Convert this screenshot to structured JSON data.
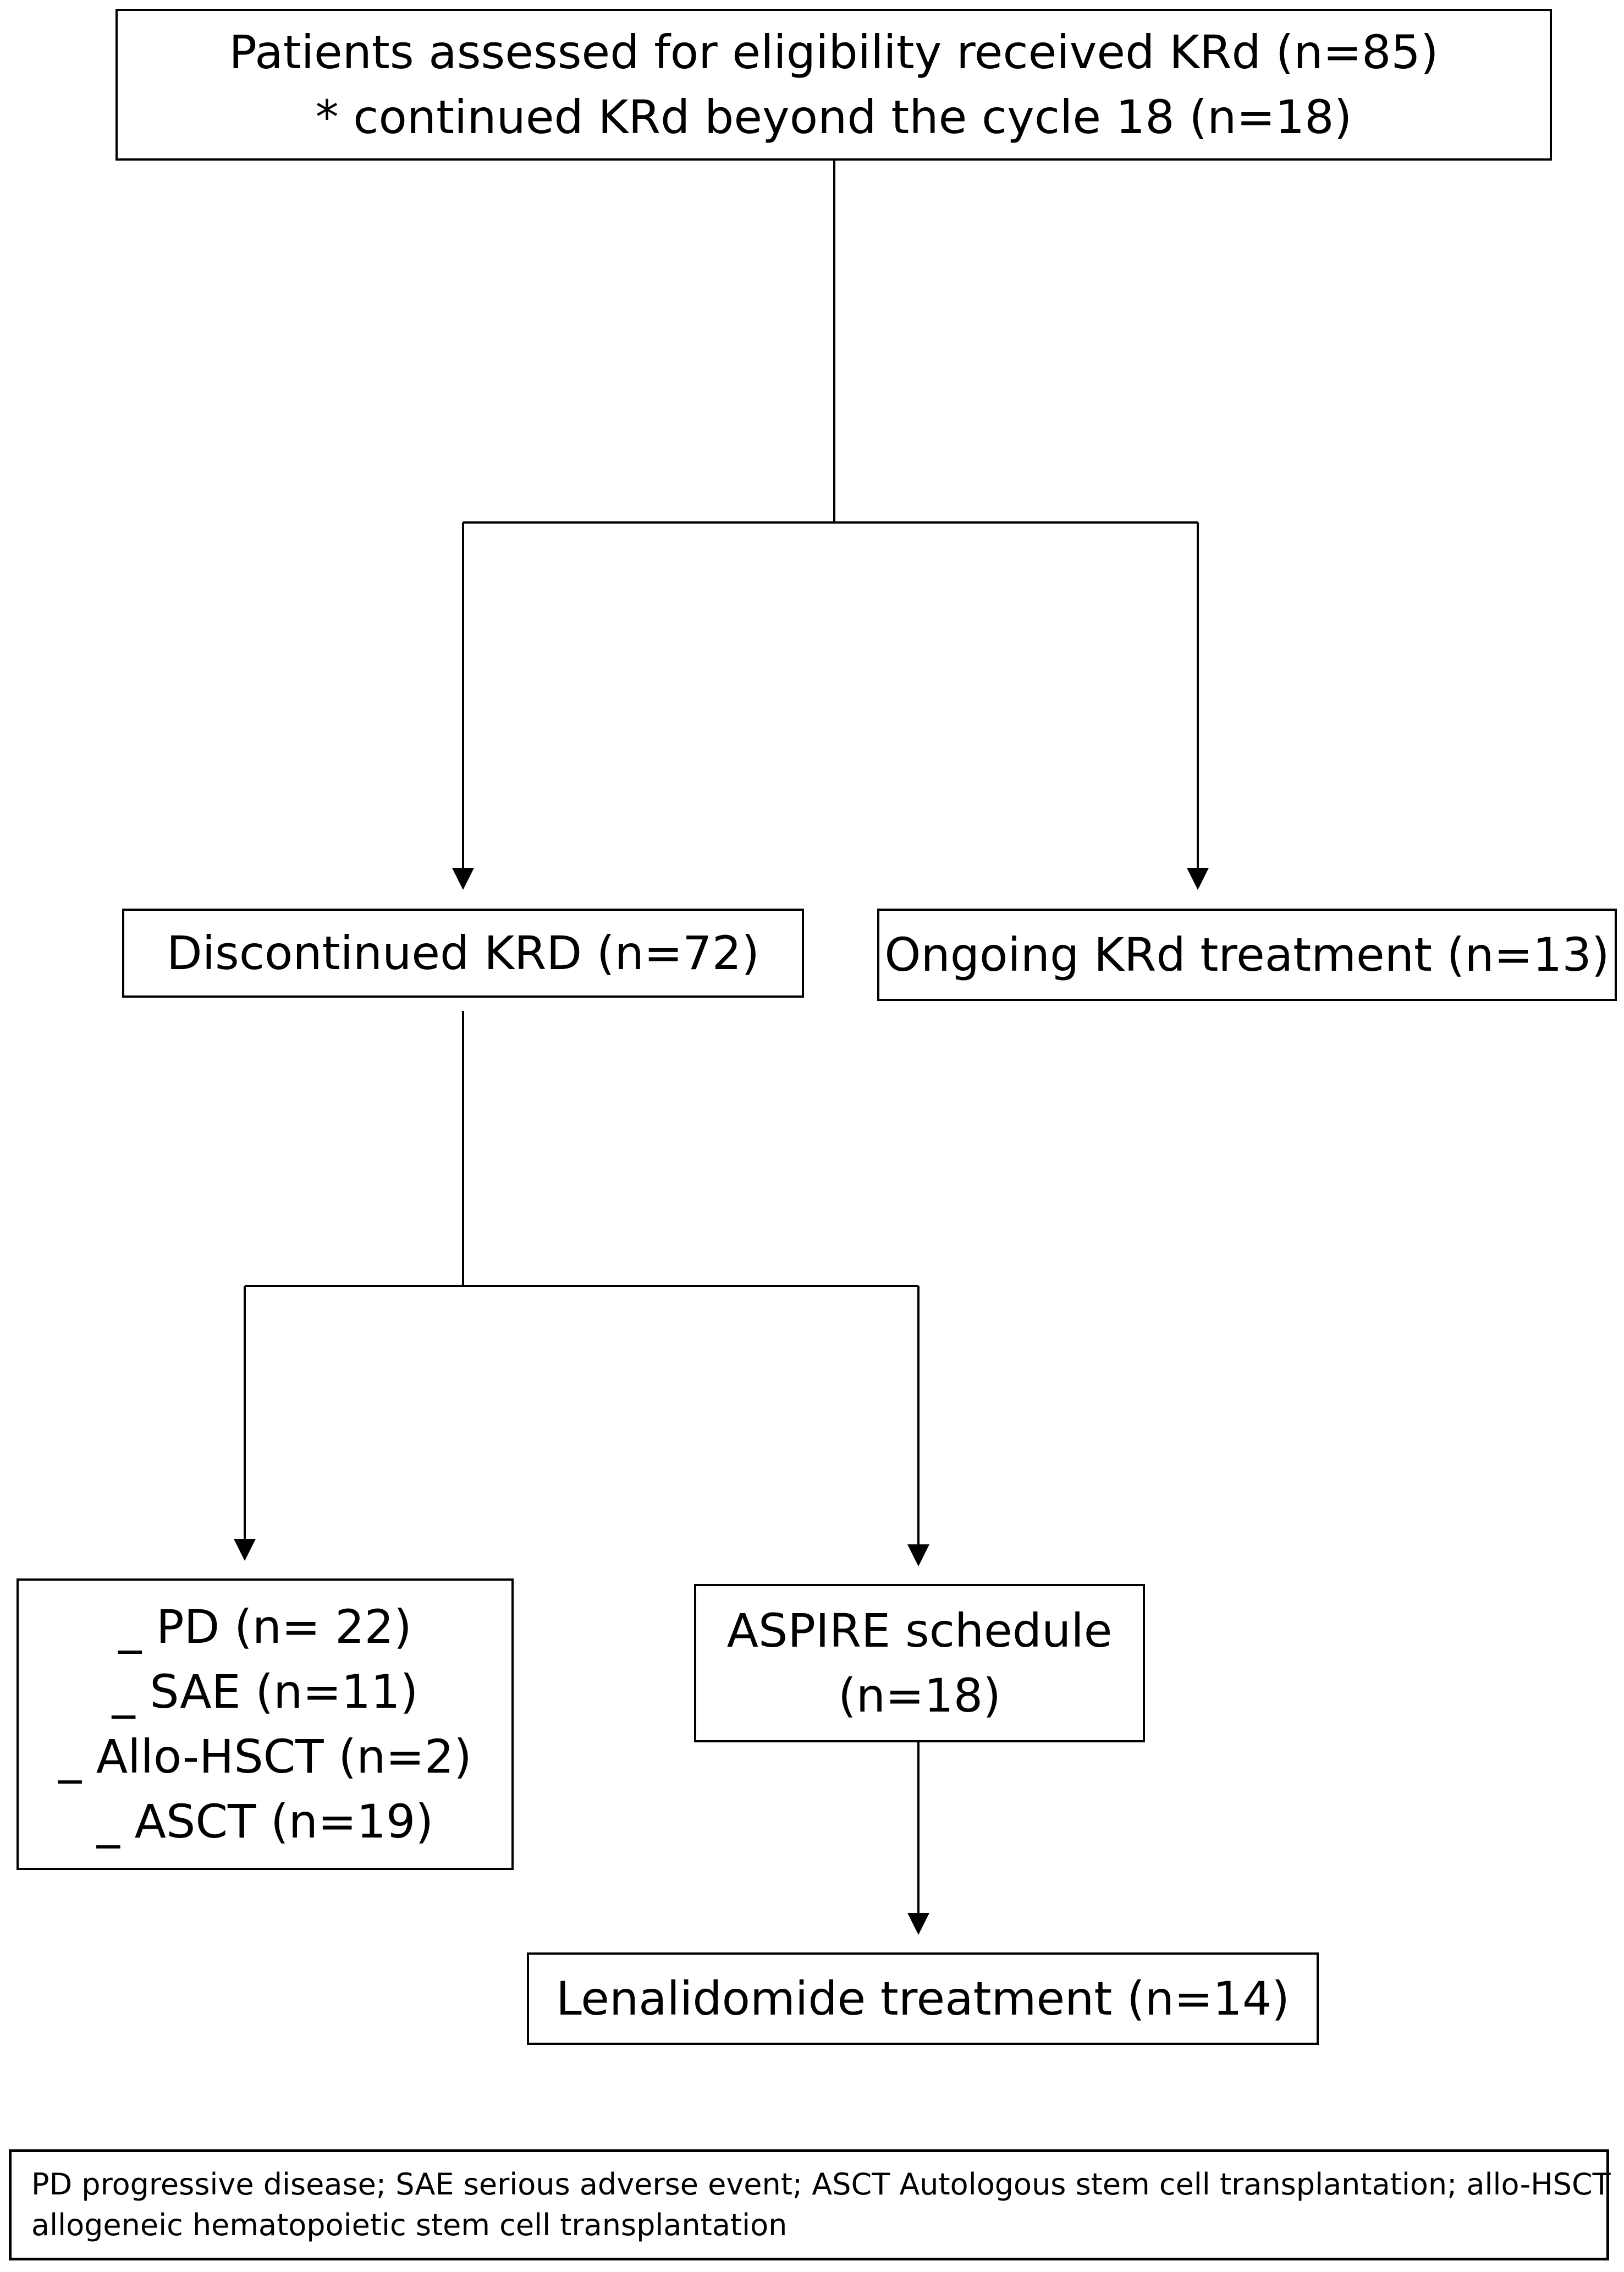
{
  "flowchart": {
    "top_box": {
      "line1": "Patients assessed for eligibility received KRd (n=85)",
      "line2": "* continued KRd beyond the cycle 18 (n=18)"
    },
    "discontinued_box": {
      "label": "Discontinued KRD (n=72)"
    },
    "ongoing_box": {
      "label": "Ongoing KRd treatment (n=13)"
    },
    "reasons_box": {
      "items": [
        "_ PD (n= 22)",
        "_ SAE (n=11)",
        "_ Allo-HSCT (n=2)",
        "_ ASCT (n=19)"
      ]
    },
    "aspire_box": {
      "line1": "ASPIRE schedule",
      "line2": "(n=18)"
    },
    "lenalidomide_box": {
      "label": "Lenalidomide treatment  (n=14)"
    }
  },
  "legend": {
    "line1": "PD progressive disease; SAE serious adverse event; ASCT Autologous stem cell transplantation; allo-HSCT",
    "line2": "allogeneic hematopoietic stem cell transplantation"
  },
  "colors": {
    "line": "#000000",
    "background": "#ffffff"
  }
}
